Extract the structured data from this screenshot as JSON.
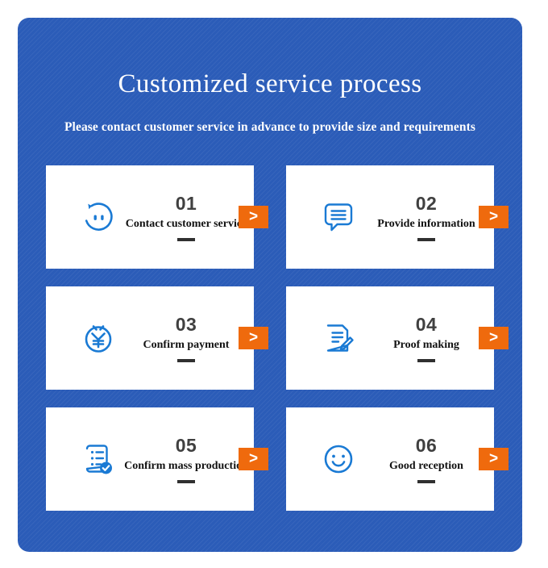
{
  "panel": {
    "title": "Customized service process",
    "subtitle": "Please contact customer service in advance to provide size and requirements",
    "background_color": "#2b5cb8",
    "accent_color": "#ef6a0d",
    "icon_color": "#1a7ad4",
    "card_background": "#ffffff"
  },
  "arrow": {
    "glyph": ">"
  },
  "cards": [
    {
      "number": "01",
      "label": "Contact customer service",
      "icon": "service-smiley-icon"
    },
    {
      "number": "02",
      "label": "Provide information",
      "icon": "speech-bubble-lines-icon"
    },
    {
      "number": "03",
      "label": "Confirm payment",
      "icon": "yuan-circle-icon"
    },
    {
      "number": "04",
      "label": "Proof making",
      "icon": "document-pencil-icon"
    },
    {
      "number": "05",
      "label": "Confirm mass production",
      "icon": "checklist-check-icon"
    },
    {
      "number": "06",
      "label": "Good reception",
      "icon": "smiley-face-icon"
    }
  ]
}
